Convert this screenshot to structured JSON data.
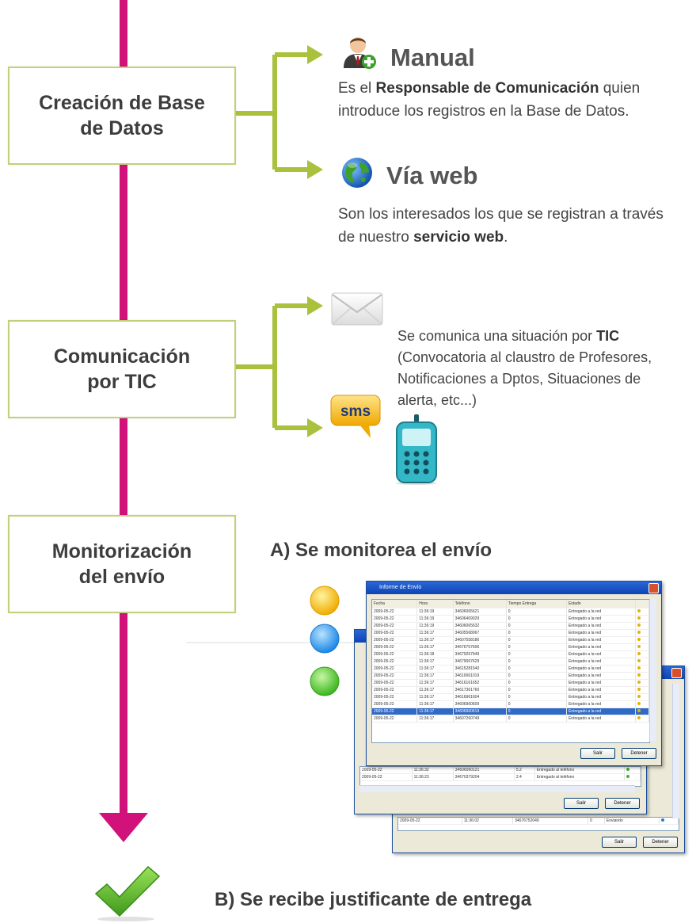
{
  "colors": {
    "timeline": "#d1127a",
    "connector": "#a9c13c",
    "box_border": "#c3d07a",
    "check": "#5db82a"
  },
  "stages": [
    {
      "label": "Creación de Base\nde Datos"
    },
    {
      "label": "Comunicación\npor TIC"
    },
    {
      "label": "Monitorización\ndel envío"
    }
  ],
  "manual": {
    "icon": "user-add-icon",
    "title": "Manual",
    "desc_prefix": "Es el ",
    "desc_bold": "Responsable de Comunicación",
    "desc_suffix": " quien introduce los registros en la Base de Datos."
  },
  "web": {
    "icon": "globe-icon",
    "title": "Vía web",
    "desc_prefix": "Son los interesados los que se registran a través de nuestro ",
    "desc_bold": "servicio web",
    "desc_suffix": "."
  },
  "tic": {
    "icons": [
      "envelope-icon",
      "sms-bubble-icon",
      "mobile-phone-icon"
    ],
    "sms_label": "sms",
    "desc_prefix": "Se comunica una situación por ",
    "desc_bold": "TIC",
    "desc_suffix": " (Convocatoria al claustro de Profesores, Notificaciones a Dptos, Situaciones de alerta, etc...)"
  },
  "monitor": {
    "title": "A) Se monitorea el envío",
    "status_lights": [
      "yellow",
      "blue",
      "green"
    ]
  },
  "report_window": {
    "title": "Informe de Envío",
    "columns": [
      "Fecha",
      "Hora",
      "Teléfono",
      "Tiempo Entrega",
      "Estado"
    ],
    "rows": [
      [
        "2009-05-22",
        "11:36:19",
        "34606065621",
        "0",
        "Entregado a la red"
      ],
      [
        "2009-05-22",
        "11:36:19",
        "34606409029",
        "0",
        "Entregado a la red"
      ],
      [
        "2009-05-22",
        "11:36:19",
        "34606065632",
        "0",
        "Entregado a la red"
      ],
      [
        "2009-05-22",
        "11:36:17",
        "34605568067",
        "0",
        "Entregado a la red"
      ],
      [
        "2009-05-22",
        "11:36:17",
        "34607558186",
        "0",
        "Entregado a la red"
      ],
      [
        "2009-05-22",
        "11:36:17",
        "34676757606",
        "0",
        "Entregado a la red"
      ],
      [
        "2009-05-22",
        "11:36:18",
        "34679267949",
        "0",
        "Entregado a la red"
      ],
      [
        "2009-05-22",
        "11:36:17",
        "34679067629",
        "0",
        "Entregado a la red"
      ],
      [
        "2009-05-22",
        "11:36:17",
        "34615281540",
        "0",
        "Entregado a la red"
      ],
      [
        "2009-05-22",
        "11:36:17",
        "34610061019",
        "0",
        "Entregado a la red"
      ],
      [
        "2009-05-22",
        "11:36:17",
        "34616161652",
        "0",
        "Entregado a la red"
      ],
      [
        "2009-05-22",
        "11:36:17",
        "34617361760",
        "0",
        "Entregado a la red"
      ],
      [
        "2009-05-22",
        "11:36:17",
        "34616961604",
        "0",
        "Entregado a la red"
      ],
      [
        "2009-05-22",
        "11:36:17",
        "34606960609",
        "0",
        "Entregado a la red"
      ],
      [
        "2009-05-22",
        "11:36:17",
        "34606960619",
        "0",
        "Entregado a la red"
      ],
      [
        "2009-05-22",
        "11:36:17",
        "34607260749",
        "0",
        "Entregado a la red"
      ]
    ],
    "selected_row": 14,
    "buttons": [
      "Salir",
      "Detener"
    ]
  },
  "phone_window": {
    "rows": [
      [
        "2009-05-22",
        "11:36:32",
        "34606060121",
        "5.2",
        "Entregado al teléfono"
      ],
      [
        "2009-05-22",
        "11:36:23",
        "34670379204",
        "2.4",
        "Entregado al teléfono"
      ]
    ],
    "buttons": [
      "Salir",
      "Detener"
    ]
  },
  "sending_window": {
    "rows": [
      [
        "2009-05-22",
        "11:36:02",
        "34676752049",
        "0",
        "Enviando"
      ]
    ],
    "buttons": [
      "Salir",
      "Detener"
    ]
  },
  "receipt": {
    "icon": "checkmark-icon",
    "title": "B) Se recibe justificante de entrega"
  }
}
